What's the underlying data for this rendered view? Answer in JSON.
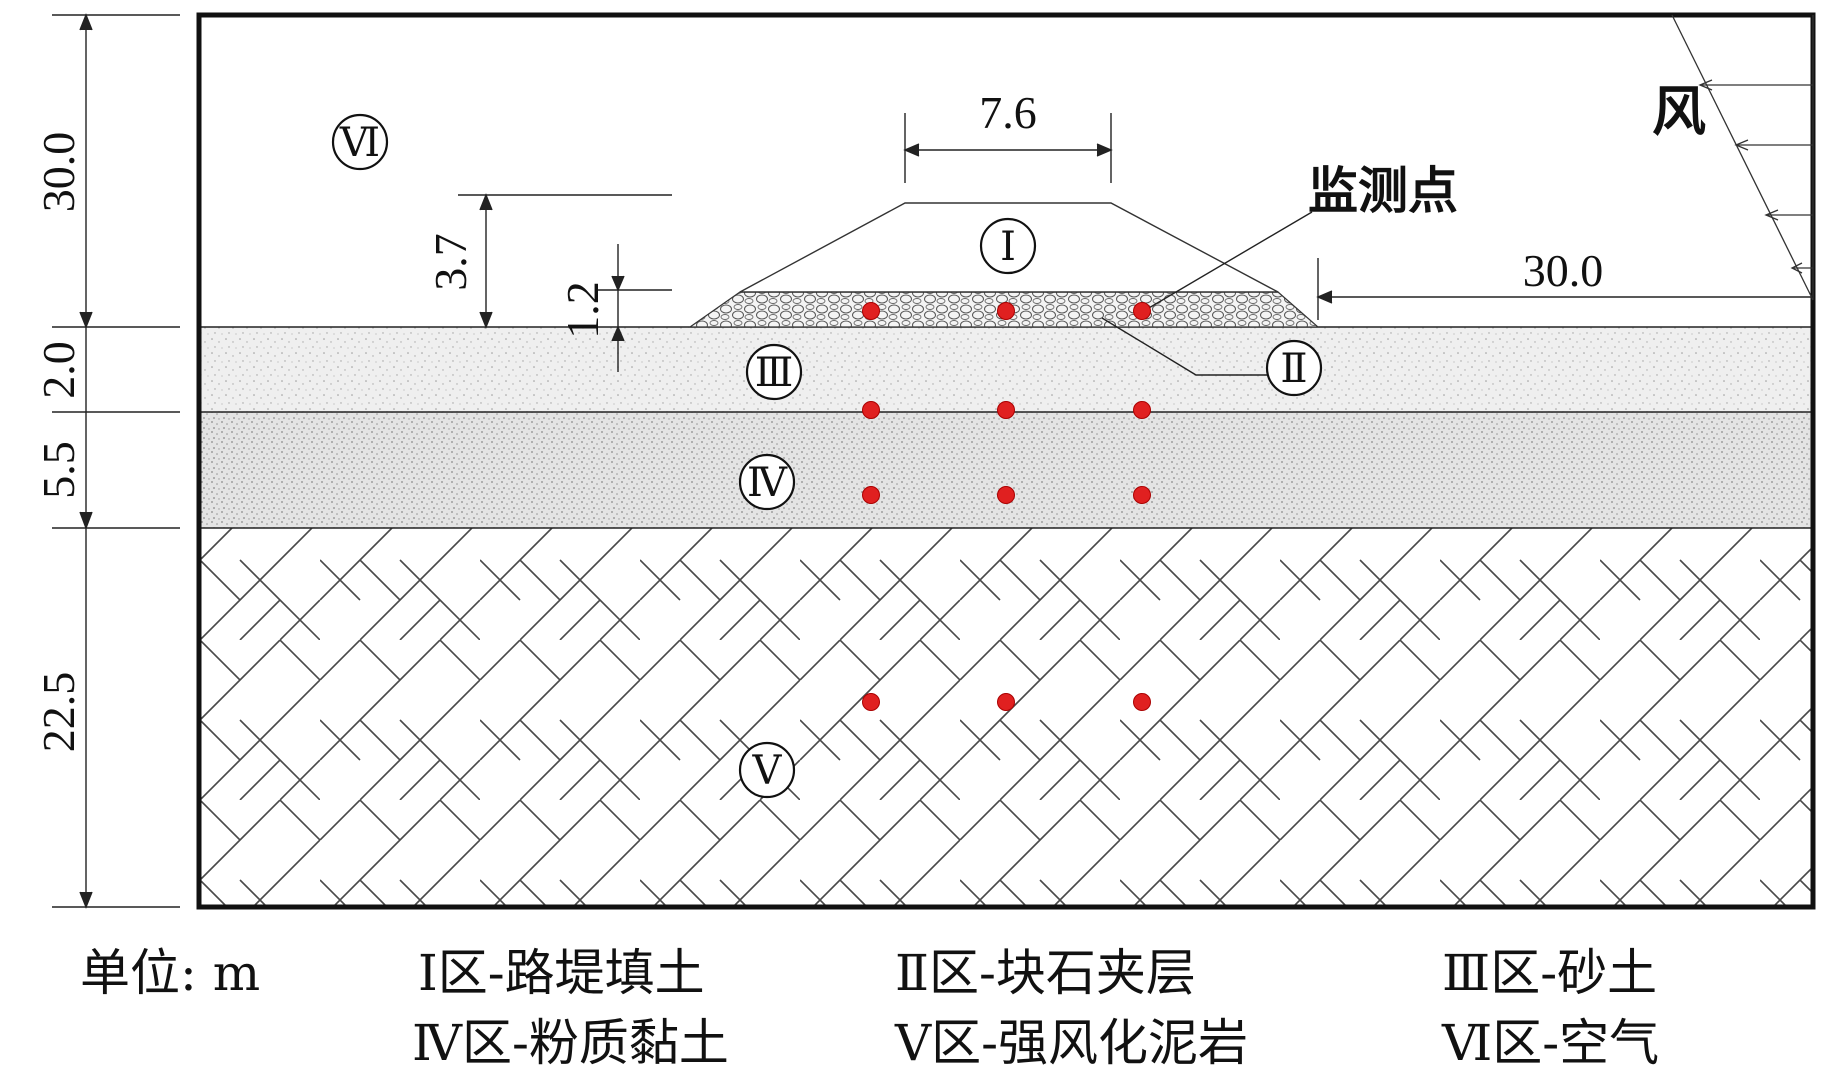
{
  "dimensions": {
    "top_width": "7.6",
    "embankment_height": "3.7",
    "rock_layer_thickness": "1.2",
    "right_distance": "30.0",
    "air_height": "30.0",
    "sand_thickness": "2.0",
    "clay_thickness": "5.5",
    "rock_thickness": "22.5"
  },
  "labels": {
    "wind": "风",
    "monitoring_point": "监测点"
  },
  "zones": {
    "I": "Ⅰ",
    "II": "Ⅱ",
    "III": "Ⅲ",
    "IV": "Ⅳ",
    "V": "Ⅴ",
    "VI": "Ⅵ"
  },
  "legend": {
    "unit": "单位: m",
    "items": [
      "Ⅰ区-路堤填土",
      "Ⅱ区-块石夹层",
      "Ⅲ区-砂土",
      "Ⅳ区-粉质黏土",
      "Ⅴ区-强风化泥岩",
      "Ⅵ区-空气"
    ]
  },
  "colors": {
    "monitoring_point": "#e02020",
    "sand": "#ececec",
    "clay": "#e2e2e2",
    "outline": "#111111"
  }
}
